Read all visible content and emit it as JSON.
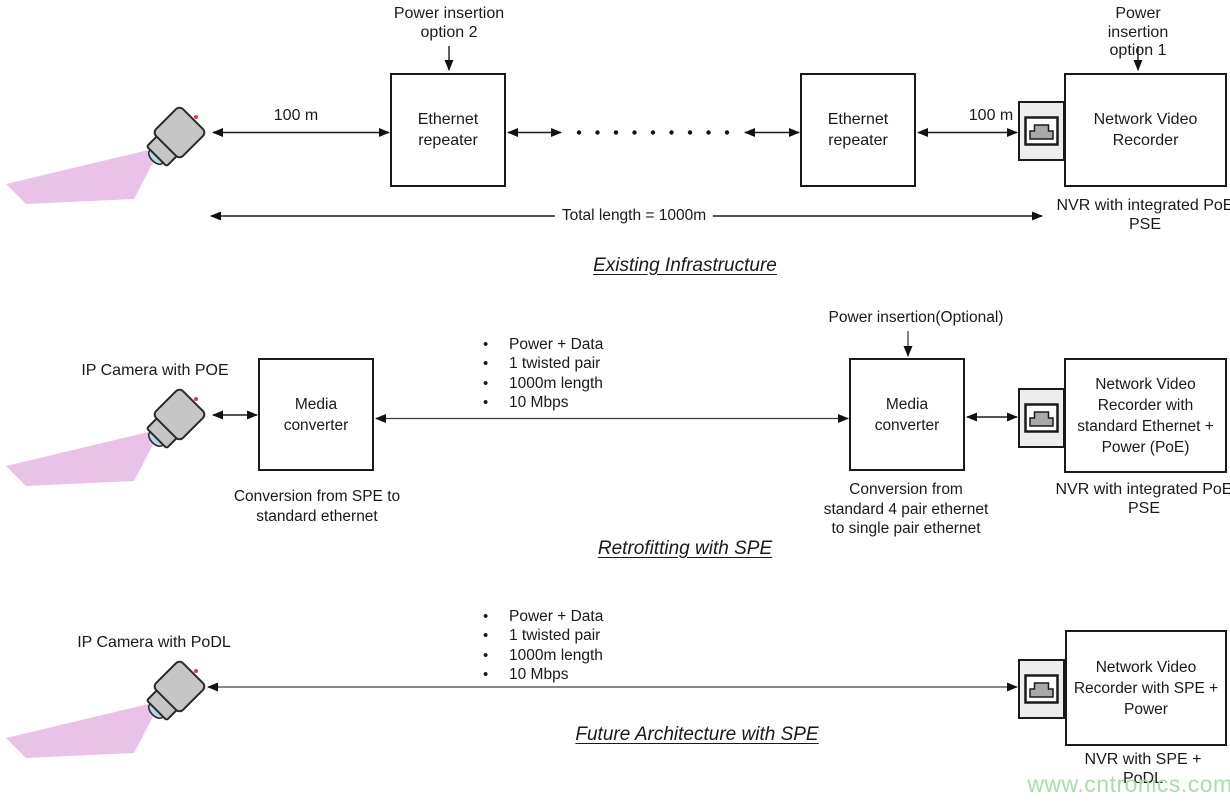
{
  "existing": {
    "title": "Existing Infrastructure",
    "power_option2": "Power insertion\noption 2",
    "power_option1": "Power insertion\noption 1",
    "distance1": "100 m",
    "distance2": "100 m",
    "repeater1": "Ethernet repeater",
    "repeater2": "Ethernet repeater",
    "nvr": "Network Video Recorder",
    "nvr_caption": "NVR with integrated PoE PSE",
    "total_length": "Total length = 1000m"
  },
  "retrofit": {
    "title": "Retrofitting with SPE",
    "camera_label": "IP Camera with POE",
    "bullets": [
      "Power + Data",
      "1 twisted pair",
      "1000m length",
      "10 Mbps"
    ],
    "power_optional": "Power insertion(Optional)",
    "media1": "Media converter",
    "media1_caption": "Conversion from SPE to standard ethernet",
    "media2": "Media converter",
    "media2_caption": "Conversion from standard 4 pair ethernet to single pair ethernet",
    "nvr": "Network Video Recorder with standard Ethernet + Power (PoE)",
    "nvr_caption": "NVR with integrated PoE PSE"
  },
  "future": {
    "title": "Future Architecture with SPE",
    "camera_label": "IP Camera with PoDL",
    "bullets": [
      "Power + Data",
      "1 twisted pair",
      "1000m length",
      "10 Mbps"
    ],
    "nvr": "Network Video Recorder with SPE + Power",
    "nvr_caption": "NVR with SPE + PoDL"
  },
  "watermark": "www.cntronics.com",
  "colors": {
    "line": "#1a1a1a",
    "cable_gray": "#3d3d3d",
    "camera_body": "#c6c6c6",
    "camera_cone": "#e9c2e8",
    "camera_lens": "#b7d9e6",
    "connector_bg": "#ededed",
    "connector_plug": "#a9a9a9",
    "watermark_green": "#abdcab"
  }
}
